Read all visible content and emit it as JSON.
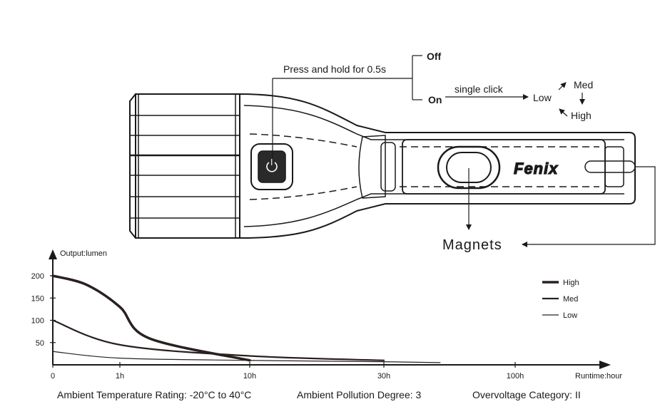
{
  "diagram": {
    "button_instruction": "Press and hold for 0.5s",
    "mode_off": "Off",
    "mode_on": "On",
    "single_click": "single click",
    "levels": {
      "low": "Low",
      "med": "Med",
      "high": "High"
    },
    "brand_logo": "Fenix",
    "magnets_label": "Magnets",
    "icons": [
      "power-icon",
      "magnet-icon"
    ]
  },
  "chart_data": {
    "type": "line",
    "ylabel": "Output:lumen",
    "xlabel": "Runtime:hour",
    "y_ticks": [
      "200",
      "150",
      "100",
      "50"
    ],
    "x_ticks": [
      "0",
      "1h",
      "10h",
      "30h",
      "100h"
    ],
    "legend": [
      "High",
      "Med",
      "Low"
    ],
    "legend_position": "top-right",
    "series": [
      {
        "name": "High",
        "x": [
          "0",
          "0.5h",
          "1h",
          "3h",
          "10h"
        ],
        "y": [
          200,
          180,
          130,
          60,
          10
        ]
      },
      {
        "name": "Med",
        "x": [
          "0",
          "1h",
          "10h",
          "30h"
        ],
        "y": [
          100,
          45,
          20,
          10
        ]
      },
      {
        "name": "Low",
        "x": [
          "0",
          "1h",
          "10h",
          "30h",
          "60h"
        ],
        "y": [
          30,
          15,
          10,
          7,
          5
        ]
      }
    ]
  },
  "footer": {
    "temperature": "Ambient Temperature Rating: -20°C to 40°C",
    "pollution": "Ambient Pollution Degree: 3",
    "overvoltage": "Overvoltage Category: II"
  }
}
